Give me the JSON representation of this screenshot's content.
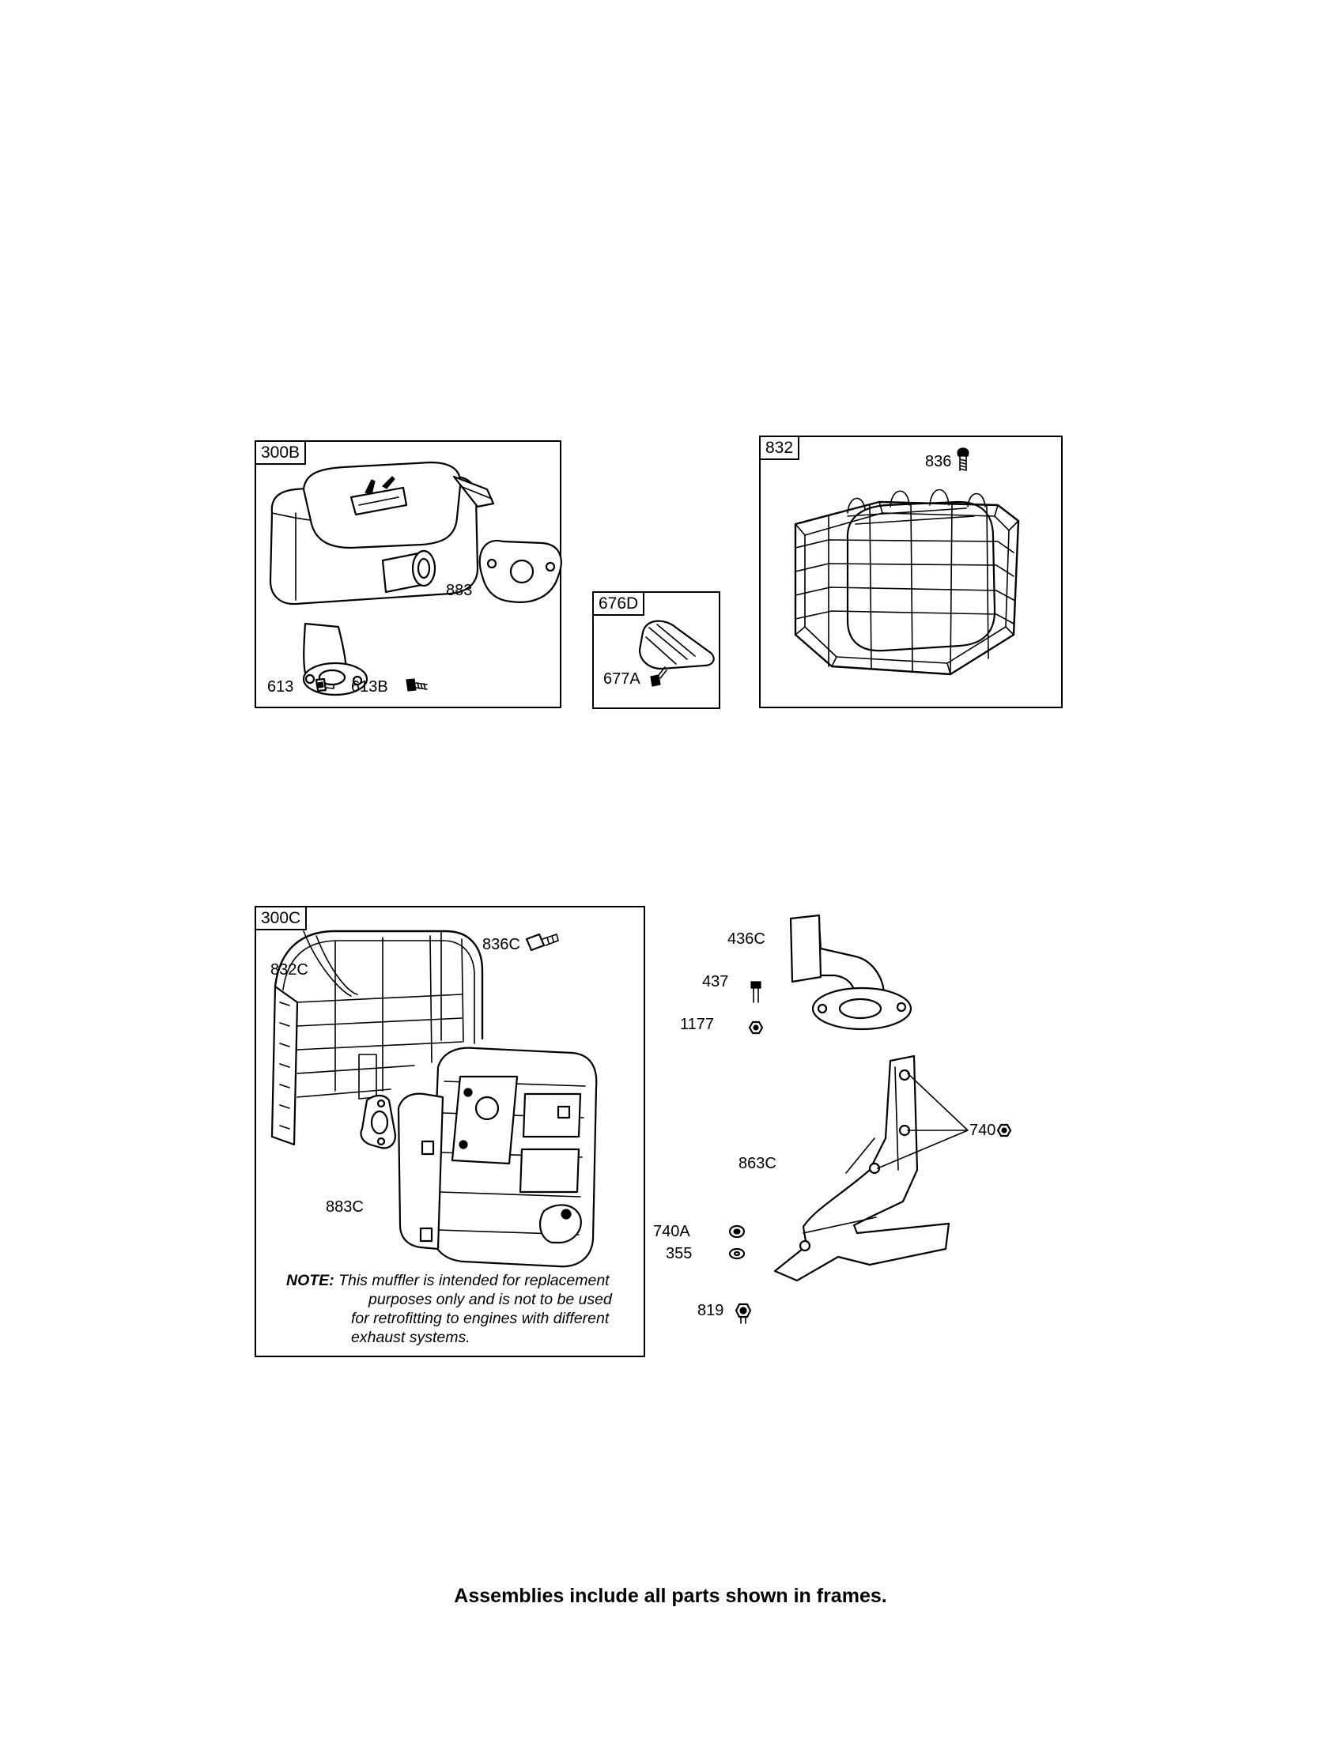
{
  "frames": {
    "f300b": {
      "tag": "300B",
      "labels": [
        "883",
        "613",
        "613B"
      ]
    },
    "f676d": {
      "tag": "676D",
      "labels": [
        "677A"
      ]
    },
    "f832": {
      "tag": "832",
      "labels": [
        "836"
      ]
    },
    "f300c": {
      "tag": "300C",
      "labels": [
        "832C",
        "836C",
        "883C"
      ],
      "note_head": "NOTE:",
      "note_line1": "This muffler is intended for replacement",
      "note_line2": "purposes only and is not to be used",
      "note_line3": "for retrofitting to engines with different",
      "note_line4": "exhaust systems."
    }
  },
  "loose_parts": {
    "labels": [
      "436C",
      "437",
      "1177",
      "740",
      "863C",
      "740A",
      "355",
      "819"
    ]
  },
  "footer": "Assemblies include all parts shown in frames."
}
